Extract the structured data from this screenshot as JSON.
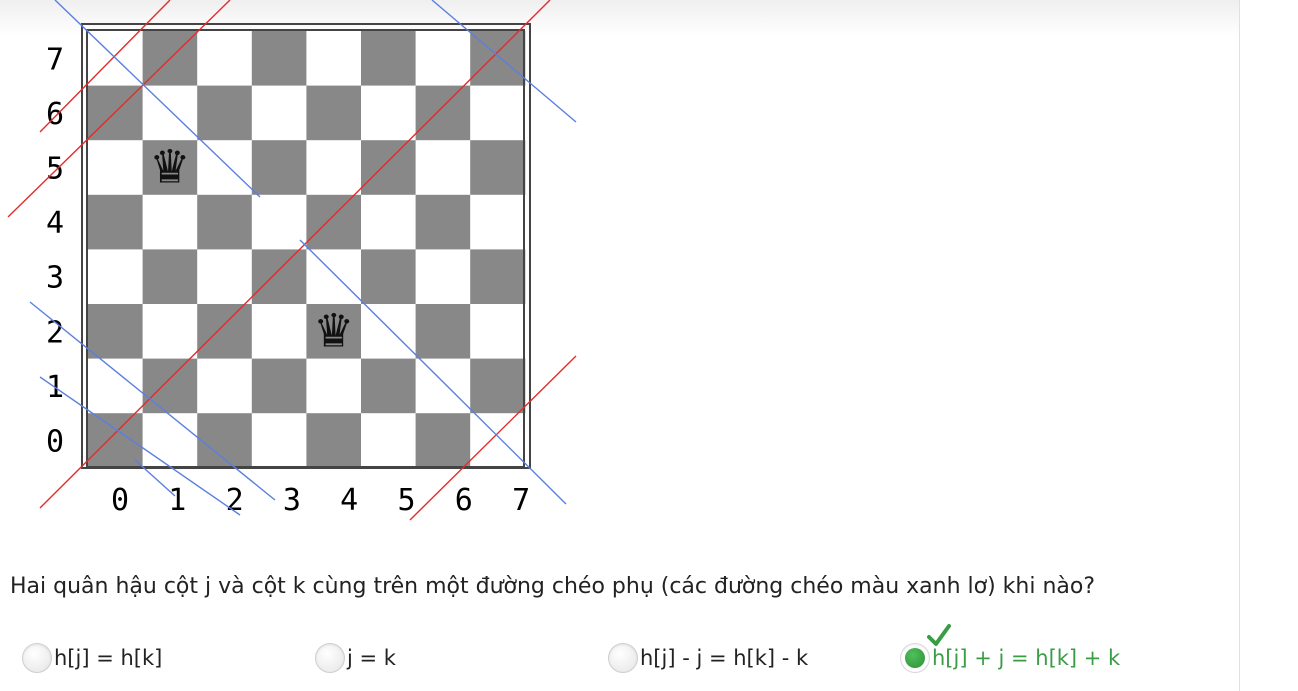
{
  "board": {
    "row_labels": [
      "7",
      "6",
      "5",
      "4",
      "3",
      "2",
      "1",
      "0"
    ],
    "col_labels": [
      "0",
      "1",
      "2",
      "3",
      "4",
      "5",
      "6",
      "7"
    ],
    "queens": [
      {
        "col": 1,
        "row": 5
      },
      {
        "col": 4,
        "row": 2
      }
    ],
    "queen_glyph": "♛",
    "colors": {
      "dark_square": "#888888",
      "light_square": "#ffffff",
      "main_diagonal": "#e32b2b",
      "anti_diagonal": "#5b7fe0"
    }
  },
  "question": {
    "text": "Hai quân hậu cột j và cột k cùng trên một đường chéo phụ (các đường chéo màu xanh lơ) khi nào?"
  },
  "options": [
    {
      "label": "h[j] = h[k]",
      "selected": false
    },
    {
      "label": "j = k",
      "selected": false
    },
    {
      "label": "h[j] - j = h[k] - k",
      "selected": false
    },
    {
      "label": "h[j] + j = h[k] + k",
      "selected": true
    }
  ],
  "feedback": {
    "correct_icon": "checkmark-icon",
    "accent_color": "#3a9d45"
  }
}
